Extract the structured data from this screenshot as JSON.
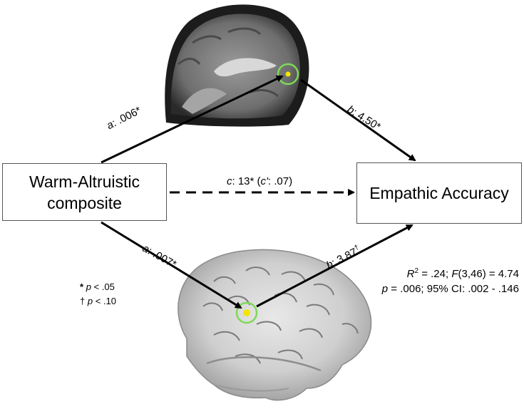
{
  "nodes": {
    "predictor_line1": "Warm-Altruistic",
    "predictor_line2": "composite",
    "outcome": "Empathic Accuracy"
  },
  "paths": {
    "a1_label": "a",
    "a1_value": ": .006*",
    "b1_label": "b",
    "b1_value": ": 4.50*",
    "a2_label": "a",
    "a2_value": ": .007*",
    "b2_label": "b",
    "b2_value": ": 3.87",
    "b2_sup": "†",
    "c_label": "c",
    "c_value": ": 13* (",
    "c_prime_label": "c'",
    "c_prime_value": ": .07)"
  },
  "legend": {
    "sig_symbol": "*",
    "sig_text": "p",
    "sig_thresh": " < .05",
    "trend_symbol": "†",
    "trend_text": "p",
    "trend_thresh": " < .10"
  },
  "stats": {
    "r_label": "R",
    "r_sup": "2",
    "r_value": " = .24; ",
    "f_label": "F",
    "f_value": "(3,46) = 4.74",
    "p_label": "p",
    "p_value": " = .006; 95% CI: .002 - .146"
  },
  "colors": {
    "highlight_ring": "#7ed957",
    "activation": "#f2e600",
    "line": "#000000"
  }
}
